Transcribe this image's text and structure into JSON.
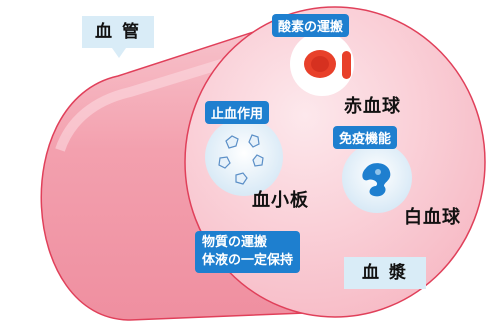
{
  "labels": {
    "vessel": "血 管",
    "plasma": "血 漿",
    "rbc": "赤血球",
    "platelet": "血小板",
    "wbc": "白血球"
  },
  "tags": {
    "oxygen": "酸素の運搬",
    "hemostasis": "止血作用",
    "immunity": "免疫機能",
    "plasma_line1": "物質の運搬",
    "plasma_line2": "体液の一定保持"
  },
  "colors": {
    "vessel_fill": "#f4a7b4",
    "vessel_stroke": "#e0405a",
    "tag_blue": "#1e7fcf",
    "tag_light": "#d9ecf7",
    "rbc": "#e8402a"
  }
}
